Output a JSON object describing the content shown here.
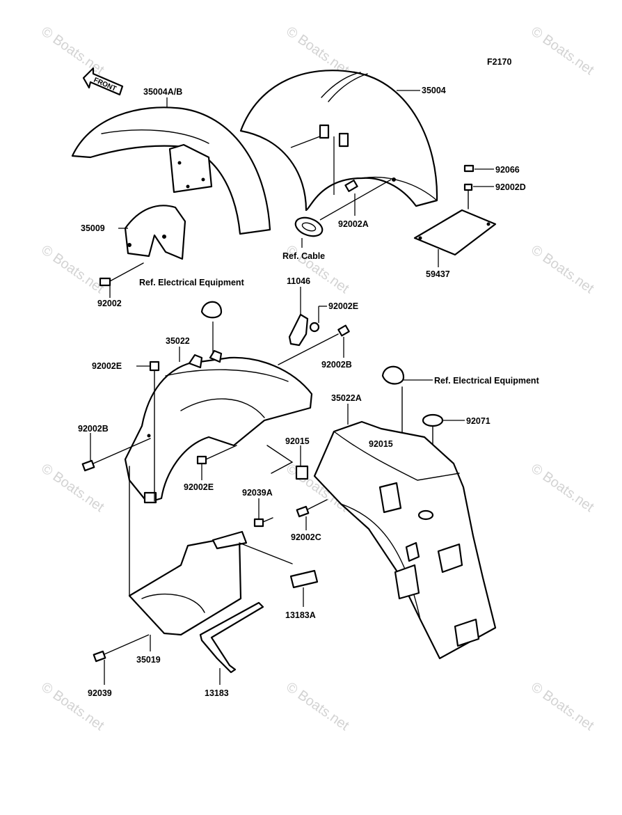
{
  "diagram_code": "F2170",
  "front_arrow": "FRONT",
  "watermark": "© Boats.net",
  "labels": {
    "p35004ab": "35004A/B",
    "p35004": "35004",
    "p92066": "92066",
    "p92002d": "92002D",
    "p92002a": "92002A",
    "p35009": "35009",
    "p92002": "92002",
    "ref_cable": "Ref. Cable",
    "p59437": "59437",
    "ref_elec1": "Ref. Electrical Equipment",
    "p11046": "11046",
    "p92002e_top": "92002E",
    "p35022": "35022",
    "p92002e_left": "92002E",
    "p92002b_right": "92002B",
    "ref_elec2": "Ref. Electrical Equipment",
    "p35022a": "35022A",
    "p92071": "92071",
    "p92002b_left": "92002B",
    "p92015_a": "92015",
    "p92015_b": "92015",
    "p92002e_mid": "92002E",
    "p92039a": "92039A",
    "p92002c": "92002C",
    "p13183a": "13183A",
    "p35019": "35019",
    "p92039": "92039",
    "p13183": "13183"
  }
}
